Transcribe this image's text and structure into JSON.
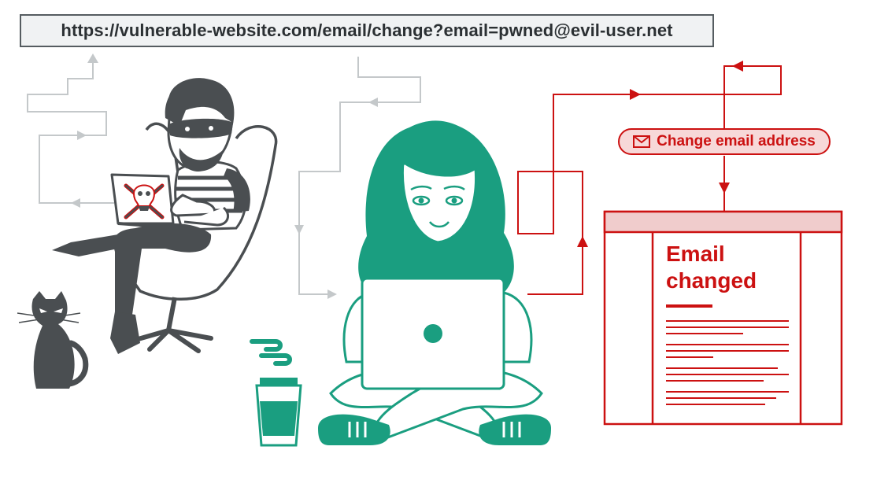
{
  "url_bar": {
    "text": "https://vulnerable-website.com/email/change?email=pwned@evil-user.net"
  },
  "request_label": {
    "text": "Change email address",
    "icon": "envelope-icon"
  },
  "result_page": {
    "title": "Email\nchanged"
  },
  "actors": [
    {
      "role": "attacker",
      "icon": "skull-crossbones-icon"
    },
    {
      "role": "victim"
    },
    {
      "role": "cat"
    }
  ],
  "colors": {
    "attacker": "#4a4e51",
    "victim": "#1a9e80",
    "request": "#cc1111",
    "flow_gray": "#c4c8ca",
    "url_bg": "#f0f2f3",
    "pill_bg": "#f7d8d8"
  }
}
